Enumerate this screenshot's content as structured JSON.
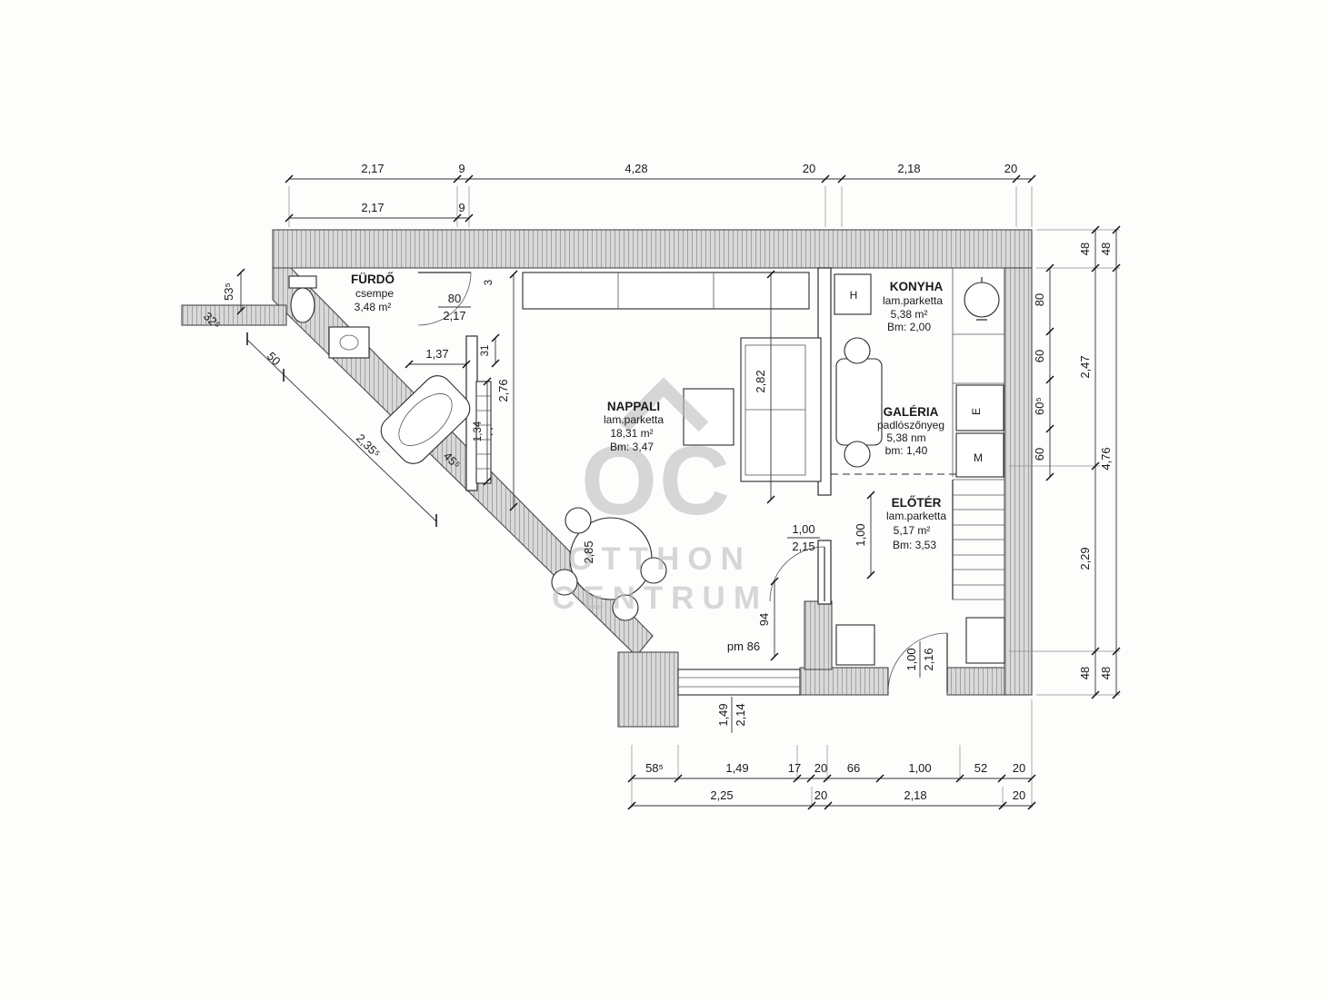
{
  "watermark": {
    "logo": "OC",
    "line1": "OTTHON",
    "line2": "CENTRUM"
  },
  "rooms": {
    "furdo": {
      "name": "FÜRDŐ",
      "floor": "csempe",
      "area": "3,48 m²"
    },
    "nappali": {
      "name": "NAPPALI",
      "floor": "lam.parketta",
      "area": "18,31 m²",
      "height": "Bm: 3,47"
    },
    "konyha": {
      "name": "KONYHA",
      "floor": "lam.parketta",
      "area": "5,38 m²",
      "height": "Bm: 2,00"
    },
    "galeria": {
      "name": "GALÉRIA",
      "floor": "padlószőnyeg",
      "area": "5,38 nm",
      "height": "bm: 1,40"
    },
    "eloter": {
      "name": "ELŐTÉR",
      "floor": "lam.parketta",
      "area": "5,17 m²",
      "height": "Bm: 3,53"
    }
  },
  "labels": {
    "h": "H",
    "e": "E",
    "m": "M",
    "pm": "pm 86"
  },
  "dims": {
    "top1": [
      "2,17",
      "9",
      "4,28",
      "20",
      "2,18",
      "20"
    ],
    "top2": [
      "2,17",
      "9"
    ],
    "bottom1": [
      "58⁵",
      "1,49",
      "17",
      "20",
      "66",
      "1,00",
      "52",
      "20"
    ],
    "bottom2": [
      "2,25",
      "20",
      "2,18",
      "20"
    ],
    "right_inner": [
      "80",
      "60",
      "60⁵",
      "60"
    ],
    "right_mid": [
      "48",
      "2,47",
      "2,29",
      "48"
    ],
    "right_outer": [
      "48",
      "4,76",
      "48"
    ],
    "left": [
      "53⁵",
      "32⁵",
      "50",
      "2,35⁵",
      "45⁵"
    ],
    "interior": {
      "d137": "1,37",
      "d31": "31",
      "d276": "2,76",
      "d3": "3",
      "d282": "2,82",
      "d100": "1,00",
      "d94": "94",
      "d285": "2,85",
      "d134": "1,34"
    },
    "fr_bath": {
      "num": "80",
      "den": "2,17"
    },
    "fr_pass": {
      "num": "1,00",
      "den": "2,15"
    },
    "fr_win": {
      "num": "1,49",
      "den": "2,14"
    },
    "fr_entry": {
      "num": "1,00",
      "den": "2,16"
    }
  }
}
